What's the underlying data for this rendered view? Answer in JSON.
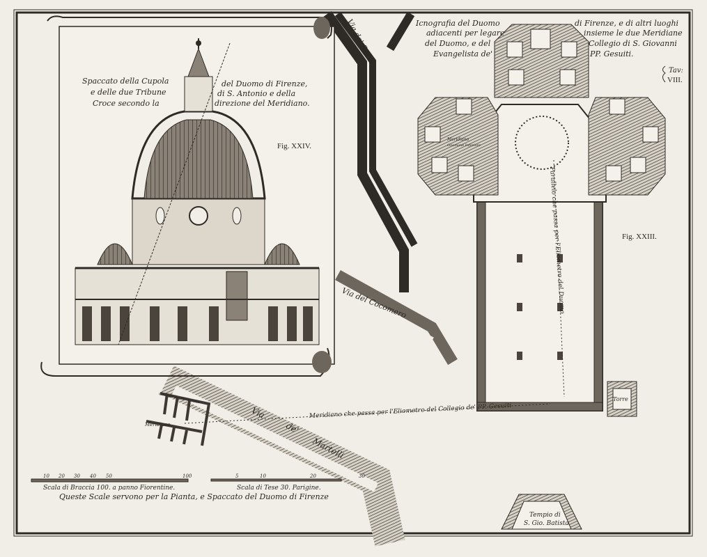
{
  "plate": {
    "number_label": "Tav:",
    "number": "VIII."
  },
  "plan_title": {
    "lines": [
      "Icnografia del Duomo",
      "adiacenti per legare",
      "del Duomo, e del",
      "Evangelista de'",
      "di Firenze, e di altri luoghi",
      "insieme le due Meridiane",
      "Collegio di S. Giovanni",
      "PP. Gesuiti."
    ]
  },
  "section_title": {
    "lines": [
      "Spaccato della Cupola",
      "e delle due Tribune",
      "Croce secondo la",
      "del Duomo di Firenze,",
      "di S. Antonio e della",
      "direzione del Meridiano."
    ]
  },
  "figures": {
    "section": "Fig. XXIV.",
    "plan": "Fig. XXIII."
  },
  "streets": {
    "servi": "Via de' Servi",
    "cocomero": "Via del Cocomero",
    "martelli_1": "Via",
    "martelli_2": "de'",
    "martelli_3": "Martelli"
  },
  "annotations": {
    "meridian_line": "Meridiano che passa per l'Eliometro del Collegio de' PP. Gesuiti",
    "parallel_line": "Parallelo che passa per l'Eliometro del Duomo",
    "meridiano_small": "Meridiano",
    "gnomone": "Gnomone Inferiore",
    "collegio": "Collegio de' PP. Gesuiti",
    "torre": "Torre",
    "tempio_1": "Tempio di",
    "tempio_2": "S. Gio. Batista"
  },
  "scales": {
    "braccia": {
      "label": "Scala di Braccia 100. a panno Fiorentine.",
      "ticks": [
        "10",
        "20",
        "30",
        "40",
        "50",
        "100"
      ]
    },
    "tese": {
      "label": "Scala di Tese 30. Parigine.",
      "ticks": [
        "5",
        "10",
        "20",
        "30"
      ]
    },
    "note": "Queste Scale servono per la Pianta, e Spaccato del Duomo di Firenze"
  },
  "colors": {
    "paper": "#f1eee7",
    "ink": "#2e2a25",
    "wall_fill": "#6d665c"
  }
}
